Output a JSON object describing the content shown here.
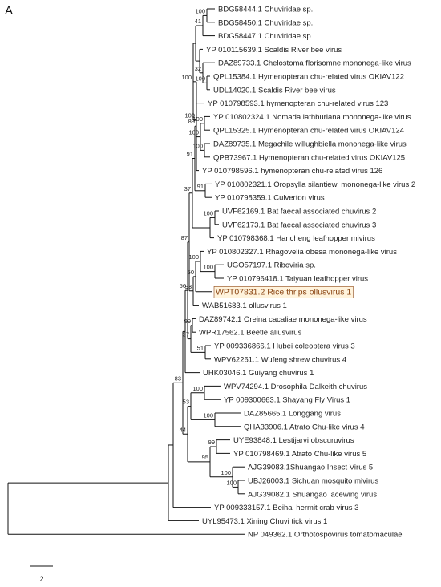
{
  "panel_label": "A",
  "highlight_color": "#8b4513",
  "highlight_bg": "#fff3dc",
  "line_color": "#111111",
  "scale_bar_label": "2",
  "tips": [
    {
      "id": "t0",
      "label": "BDG58444.1 Chuviridae sp."
    },
    {
      "id": "t1",
      "label": "BDG58450.1 Chuviridae sp."
    },
    {
      "id": "t2",
      "label": "BDG58447.1 Chuviridae sp."
    },
    {
      "id": "t3",
      "label": "YP 010115639.1 Scaldis River bee virus"
    },
    {
      "id": "t4",
      "label": "DAZ89733.1 Chelostoma florisomne mononega-like virus"
    },
    {
      "id": "t5",
      "label": "QPL15384.1 Hymenopteran chu-related virus OKIAV122"
    },
    {
      "id": "t6",
      "label": "UDL14020.1 Scaldis River bee virus"
    },
    {
      "id": "t7",
      "label": "YP 010798593.1 hymenopteran chu-related virus 123"
    },
    {
      "id": "t8",
      "label": "YP 010802324.1 Nomada lathburiana mononega-like virus"
    },
    {
      "id": "t9",
      "label": "QPL15325.1 Hymenopteran chu-related virus OKIAV124"
    },
    {
      "id": "t10",
      "label": "DAZ89735.1 Megachile willughbiella mononega-like virus"
    },
    {
      "id": "t11",
      "label": "QPB73967.1 Hymenopteran chu-related virus OKIAV125"
    },
    {
      "id": "t12",
      "label": "YP 010798596.1 hymenopteran chu-related virus 126"
    },
    {
      "id": "t13",
      "label": "YP 010802321.1 Oropsylla silantiewi mononega-like virus 2"
    },
    {
      "id": "t14",
      "label": "YP 010798359.1 Culverton virus"
    },
    {
      "id": "t15",
      "label": "UVF62169.1 Bat faecal associated chuvirus 2"
    },
    {
      "id": "t16",
      "label": "UVF62173.1 Bat faecal associated chuvirus 3"
    },
    {
      "id": "t17",
      "label": "YP 010798368.1 Hancheng leafhopper mivirus"
    },
    {
      "id": "t18",
      "label": "YP 010802327.1 Rhagovelia obesa mononega-like virus"
    },
    {
      "id": "t19",
      "label": "UGO57197.1 Riboviria sp."
    },
    {
      "id": "t20",
      "label": "YP 010796418.1 Taiyuan leafhopper virus"
    },
    {
      "id": "t21",
      "label": "WPT07831.2 Rice thrips ollusvirus 1",
      "highlight": true
    },
    {
      "id": "t22",
      "label": "WAB51683.1 ollusvirus 1"
    },
    {
      "id": "t23",
      "label": "DAZ89742.1 Oreina cacaliae mononega-like virus"
    },
    {
      "id": "t24",
      "label": "WPR17562.1 Beetle aliusvirus"
    },
    {
      "id": "t25",
      "label": "YP 009336866.1 Hubei coleoptera virus 3"
    },
    {
      "id": "t26",
      "label": "WPV62261.1 Wufeng shrew chuvirus 4"
    },
    {
      "id": "t27",
      "label": "UHK03046.1 Guiyang chuvirus 1"
    },
    {
      "id": "t28",
      "label": "WPV74294.1 Drosophila Dalkeith chuvirus"
    },
    {
      "id": "t29",
      "label": "YP 009300663.1 Shayang Fly Virus 1"
    },
    {
      "id": "t30",
      "label": "DAZ85665.1 Longgang virus"
    },
    {
      "id": "t31",
      "label": "QHA33906.1 Atrato Chu-like virus 4"
    },
    {
      "id": "t32",
      "label": "UYE93848.1 Lestijarvi obscuruvirus"
    },
    {
      "id": "t33",
      "label": "YP 010798469.1 Atrato Chu-like virus 5"
    },
    {
      "id": "t34",
      "label": "AJG39083.1Shuangao Insect Virus 5"
    },
    {
      "id": "t35",
      "label": "UBJ26003.1 Sichuan mosquito mivirus"
    },
    {
      "id": "t36",
      "label": "AJG39082.1 Shuangao lacewing virus"
    },
    {
      "id": "t37",
      "label": "YP 009333157.1 Beihai hermit crab virus 3"
    },
    {
      "id": "t38",
      "label": "UYL95473.1 Xining Chuvi tick virus 1"
    },
    {
      "id": "t39",
      "label": "NP 049362.1 Orthotospovirus tomatomaculae"
    }
  ],
  "bootstrap": [
    {
      "id": "b0",
      "value": "100"
    },
    {
      "id": "b1",
      "value": "41"
    },
    {
      "id": "b2",
      "value": "32"
    },
    {
      "id": "b3",
      "value": "100"
    },
    {
      "id": "b4",
      "value": "100"
    },
    {
      "id": "b5",
      "value": "100"
    },
    {
      "id": "b6",
      "value": "100"
    },
    {
      "id": "b7",
      "value": "100"
    },
    {
      "id": "b8",
      "value": "100"
    },
    {
      "id": "b9",
      "value": "89"
    },
    {
      "id": "b10",
      "value": "91"
    },
    {
      "id": "b11",
      "value": "91"
    },
    {
      "id": "b12",
      "value": "100"
    },
    {
      "id": "b13",
      "value": "37"
    },
    {
      "id": "b14",
      "value": "100"
    },
    {
      "id": "b15",
      "value": "87"
    },
    {
      "id": "b16",
      "value": "100"
    },
    {
      "id": "b17",
      "value": "50"
    },
    {
      "id": "b18",
      "value": "93"
    },
    {
      "id": "b19",
      "value": "99"
    },
    {
      "id": "b20",
      "value": "56"
    },
    {
      "id": "b21",
      "value": "37"
    },
    {
      "id": "b22",
      "value": "51"
    },
    {
      "id": "b23",
      "value": "83"
    },
    {
      "id": "b24",
      "value": "100"
    },
    {
      "id": "b25",
      "value": "53"
    },
    {
      "id": "b26",
      "value": "100"
    },
    {
      "id": "b27",
      "value": "44"
    },
    {
      "id": "b28",
      "value": "99"
    },
    {
      "id": "b29",
      "value": "95"
    },
    {
      "id": "b30",
      "value": "100"
    },
    {
      "id": "b31",
      "value": "100"
    }
  ]
}
